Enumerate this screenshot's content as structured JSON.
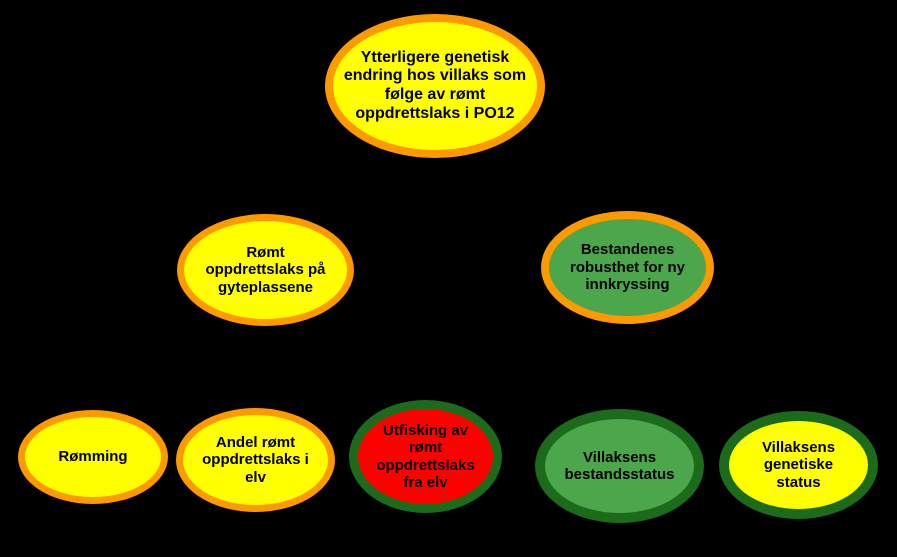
{
  "canvas": {
    "background": "#000000",
    "text_color": "#000000"
  },
  "palette": {
    "yellow_fill": "#FFFF00",
    "green_fill": "#4CA64C",
    "red_fill": "#FF0000",
    "orange_border": "#FF9900",
    "dark_green_border": "#1B6B1B"
  },
  "nodes": [
    {
      "id": "genetic-change-po12",
      "label": "Ytterligere genetisk endring hos villaks som følge av rømt oppdrettslaks i PO12",
      "fill": "#FFFF00",
      "border": "#FF9900"
    },
    {
      "id": "romt-oppdrettslaks-gyteplassene",
      "label": "Rømt oppdrettslaks på gyteplassene",
      "fill": "#FFFF00",
      "border": "#FF9900"
    },
    {
      "id": "bestandenes-robusthet",
      "label": "Bestandenes robusthet for ny innkryssing",
      "fill": "#4CA64C",
      "border": "#FF9900"
    },
    {
      "id": "romming",
      "label": "Rømming",
      "fill": "#FFFF00",
      "border": "#FF9900"
    },
    {
      "id": "andel-romt-oppdrettslaks-elv",
      "label": "Andel rømt oppdrettslaks i elv",
      "fill": "#FFFF00",
      "border": "#FF9900"
    },
    {
      "id": "utfisking-romt-oppdrettslaks",
      "label": "Utfisking av rømt oppdrettslaks fra elv",
      "fill": "#FF0000",
      "border": "#1B6B1B"
    },
    {
      "id": "villaksens-bestandsstatus",
      "label": "Villaksens bestandsstatus",
      "fill": "#4CA64C",
      "border": "#1B6B1B"
    },
    {
      "id": "villaksens-genetiske-status",
      "label": "Villaksens genetiske status",
      "fill": "#FFFF00",
      "border": "#1B6B1B"
    }
  ]
}
